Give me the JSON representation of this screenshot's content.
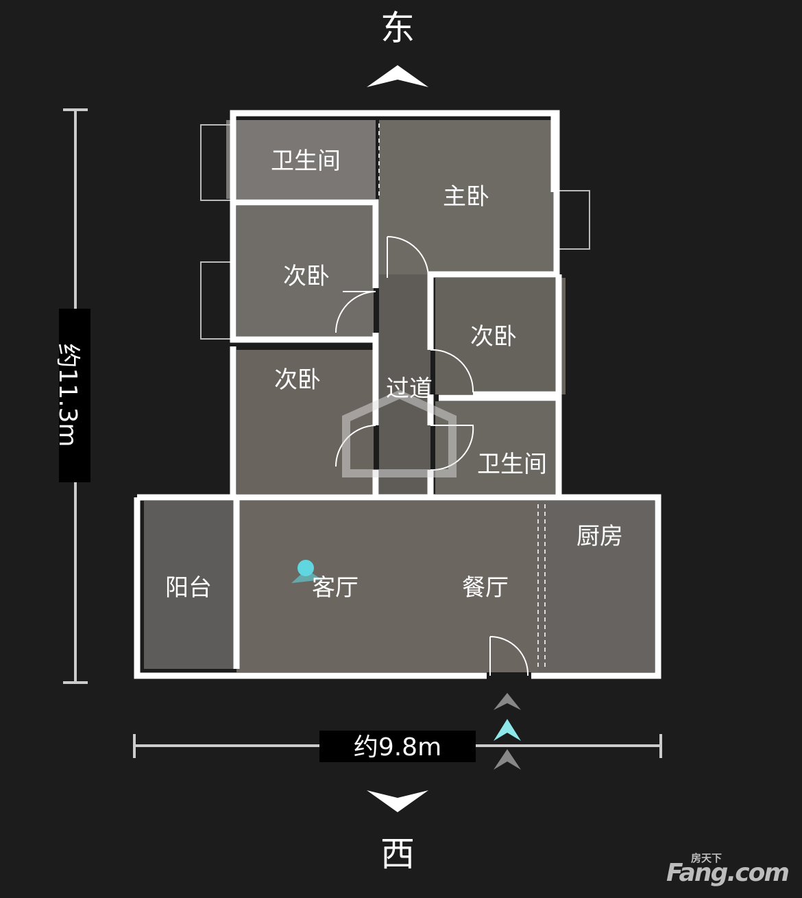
{
  "compass": {
    "north_label": "东",
    "south_label": "西"
  },
  "dimensions": {
    "height_label": "约11.3m",
    "width_label": "约9.8m"
  },
  "rooms": [
    {
      "label": "卫生间"
    },
    {
      "label": "主卧"
    },
    {
      "label": "次卧"
    },
    {
      "label": "次卧"
    },
    {
      "label": "次卧"
    },
    {
      "label": "过道"
    },
    {
      "label": "卫生间"
    },
    {
      "label": "阳台"
    },
    {
      "label": "客厅"
    },
    {
      "label": "餐厅"
    },
    {
      "label": "厨房"
    }
  ],
  "logo": {
    "text_cn": "房天下",
    "text_en": "Fang.com"
  },
  "colors": {
    "background": "#1c1c1d",
    "wall": "#ffffff",
    "marker": "#5fd6e0",
    "entry_arrow": "#8ee8ea"
  }
}
